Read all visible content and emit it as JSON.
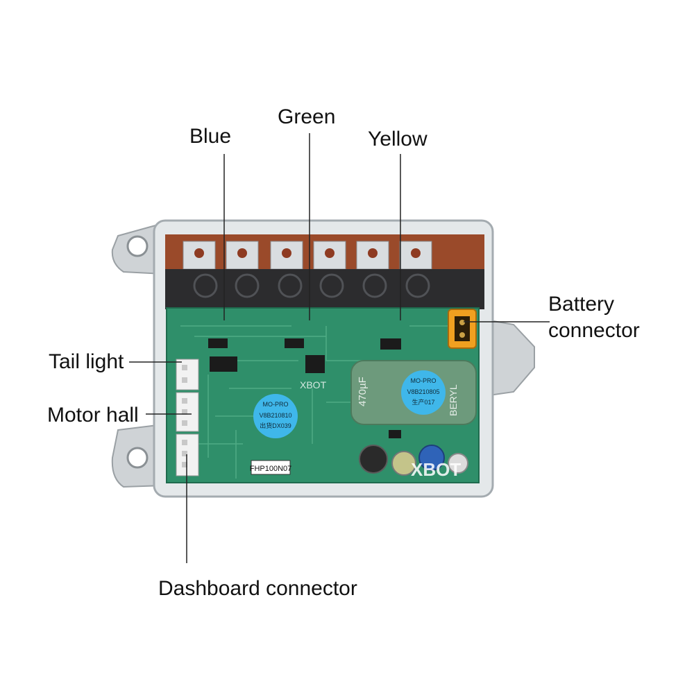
{
  "labels": {
    "blue": "Blue",
    "green": "Green",
    "yellow": "Yellow",
    "battery_connector": "Battery\nconnector",
    "tail_light": "Tail light",
    "motor_hall": "Motor hall",
    "dashboard_connector": "Dashboard connector"
  },
  "board": {
    "model_label": "FHP100N07",
    "brand_marking": "XBOT",
    "capacitor_value": "470µF",
    "capacitor_brand": "BERYL",
    "sticker_left": {
      "line1": "MO-PRO",
      "line2": "V8B210810",
      "line3": "出货DX039"
    },
    "sticker_right": {
      "line1": "MO-PRO",
      "line2": "V8B210805",
      "line3": "生产017"
    }
  },
  "colors": {
    "pcb": "#2f8f6a",
    "copper": "#9a4a2a",
    "sticker": "#3fb7ea",
    "housing": "#d6dadd",
    "xt60": "#f0a020"
  }
}
